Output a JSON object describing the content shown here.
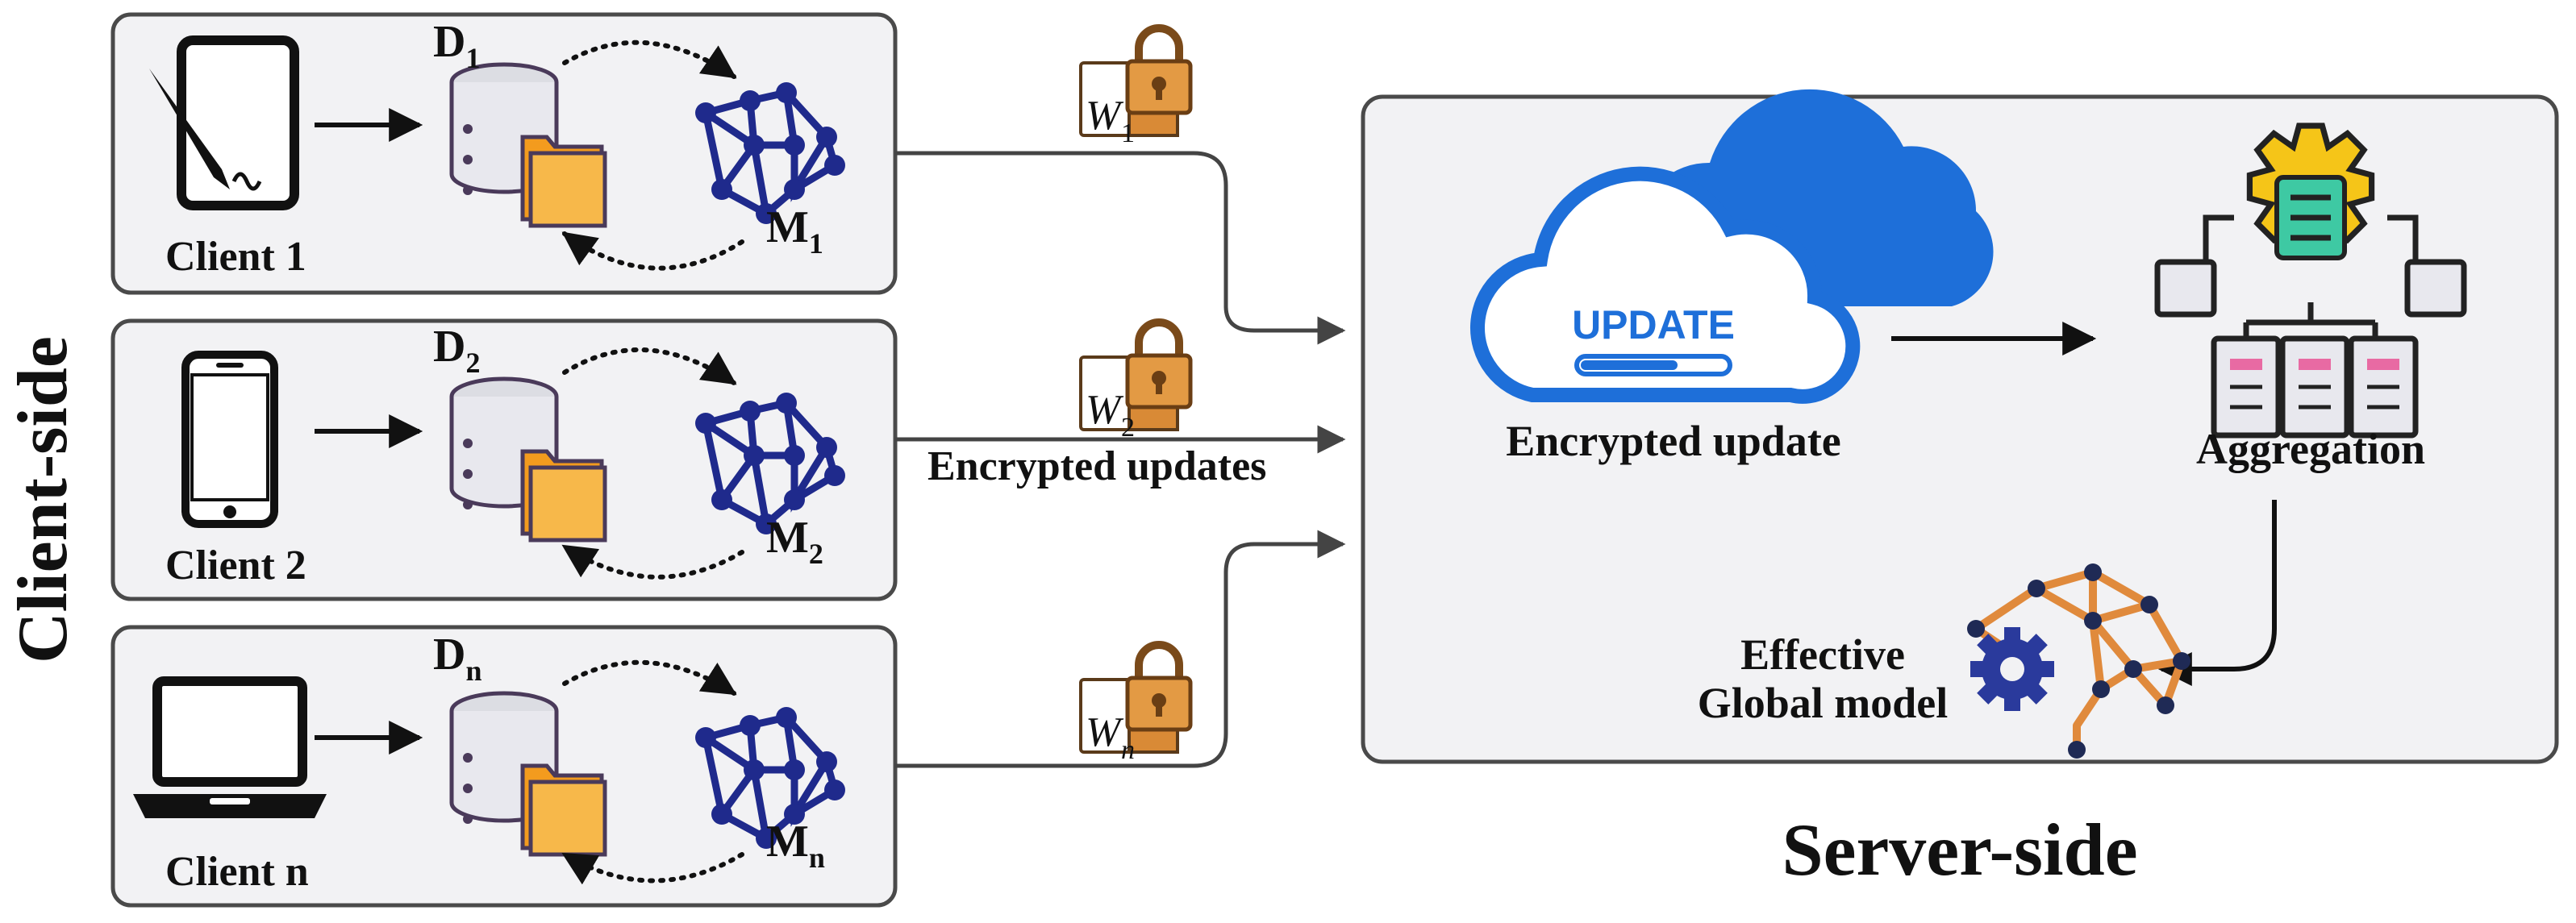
{
  "side_labels": {
    "client": "Client-side",
    "server": "Server-side"
  },
  "clients": [
    {
      "name": "Client 1",
      "data": "D",
      "data_sub": "1",
      "model": "M",
      "model_sub": "1",
      "device": "tablet-icon",
      "weight": "W",
      "weight_sub": "1"
    },
    {
      "name": "Client 2",
      "data": "D",
      "data_sub": "2",
      "model": "M",
      "model_sub": "2",
      "device": "smartphone-icon",
      "weight": "W",
      "weight_sub": "2"
    },
    {
      "name": "Client n",
      "data": "D",
      "data_sub": "n",
      "model": "M",
      "model_sub": "n",
      "device": "laptop-icon",
      "weight": "W",
      "weight_sub": "n"
    }
  ],
  "flow_label": "Encrypted updates",
  "server": {
    "update_badge": "UPDATE",
    "update_label": "Encrypted update",
    "aggregation_label": "Aggregation",
    "global_model_label_line1": "Effective",
    "global_model_label_line2": "Global model"
  },
  "colors": {
    "panel_fill": "#f2f2f4",
    "panel_stroke": "#4a4a4a",
    "network_blue": "#1f2a8c",
    "cloud_blue": "#1e6fd9",
    "folder_orange": "#f7a928",
    "lock_brown": "#c97a2a",
    "brain_orange": "#e08a3c",
    "gear_yellow": "#f5c518",
    "gear_blue": "#2a3a9c"
  }
}
